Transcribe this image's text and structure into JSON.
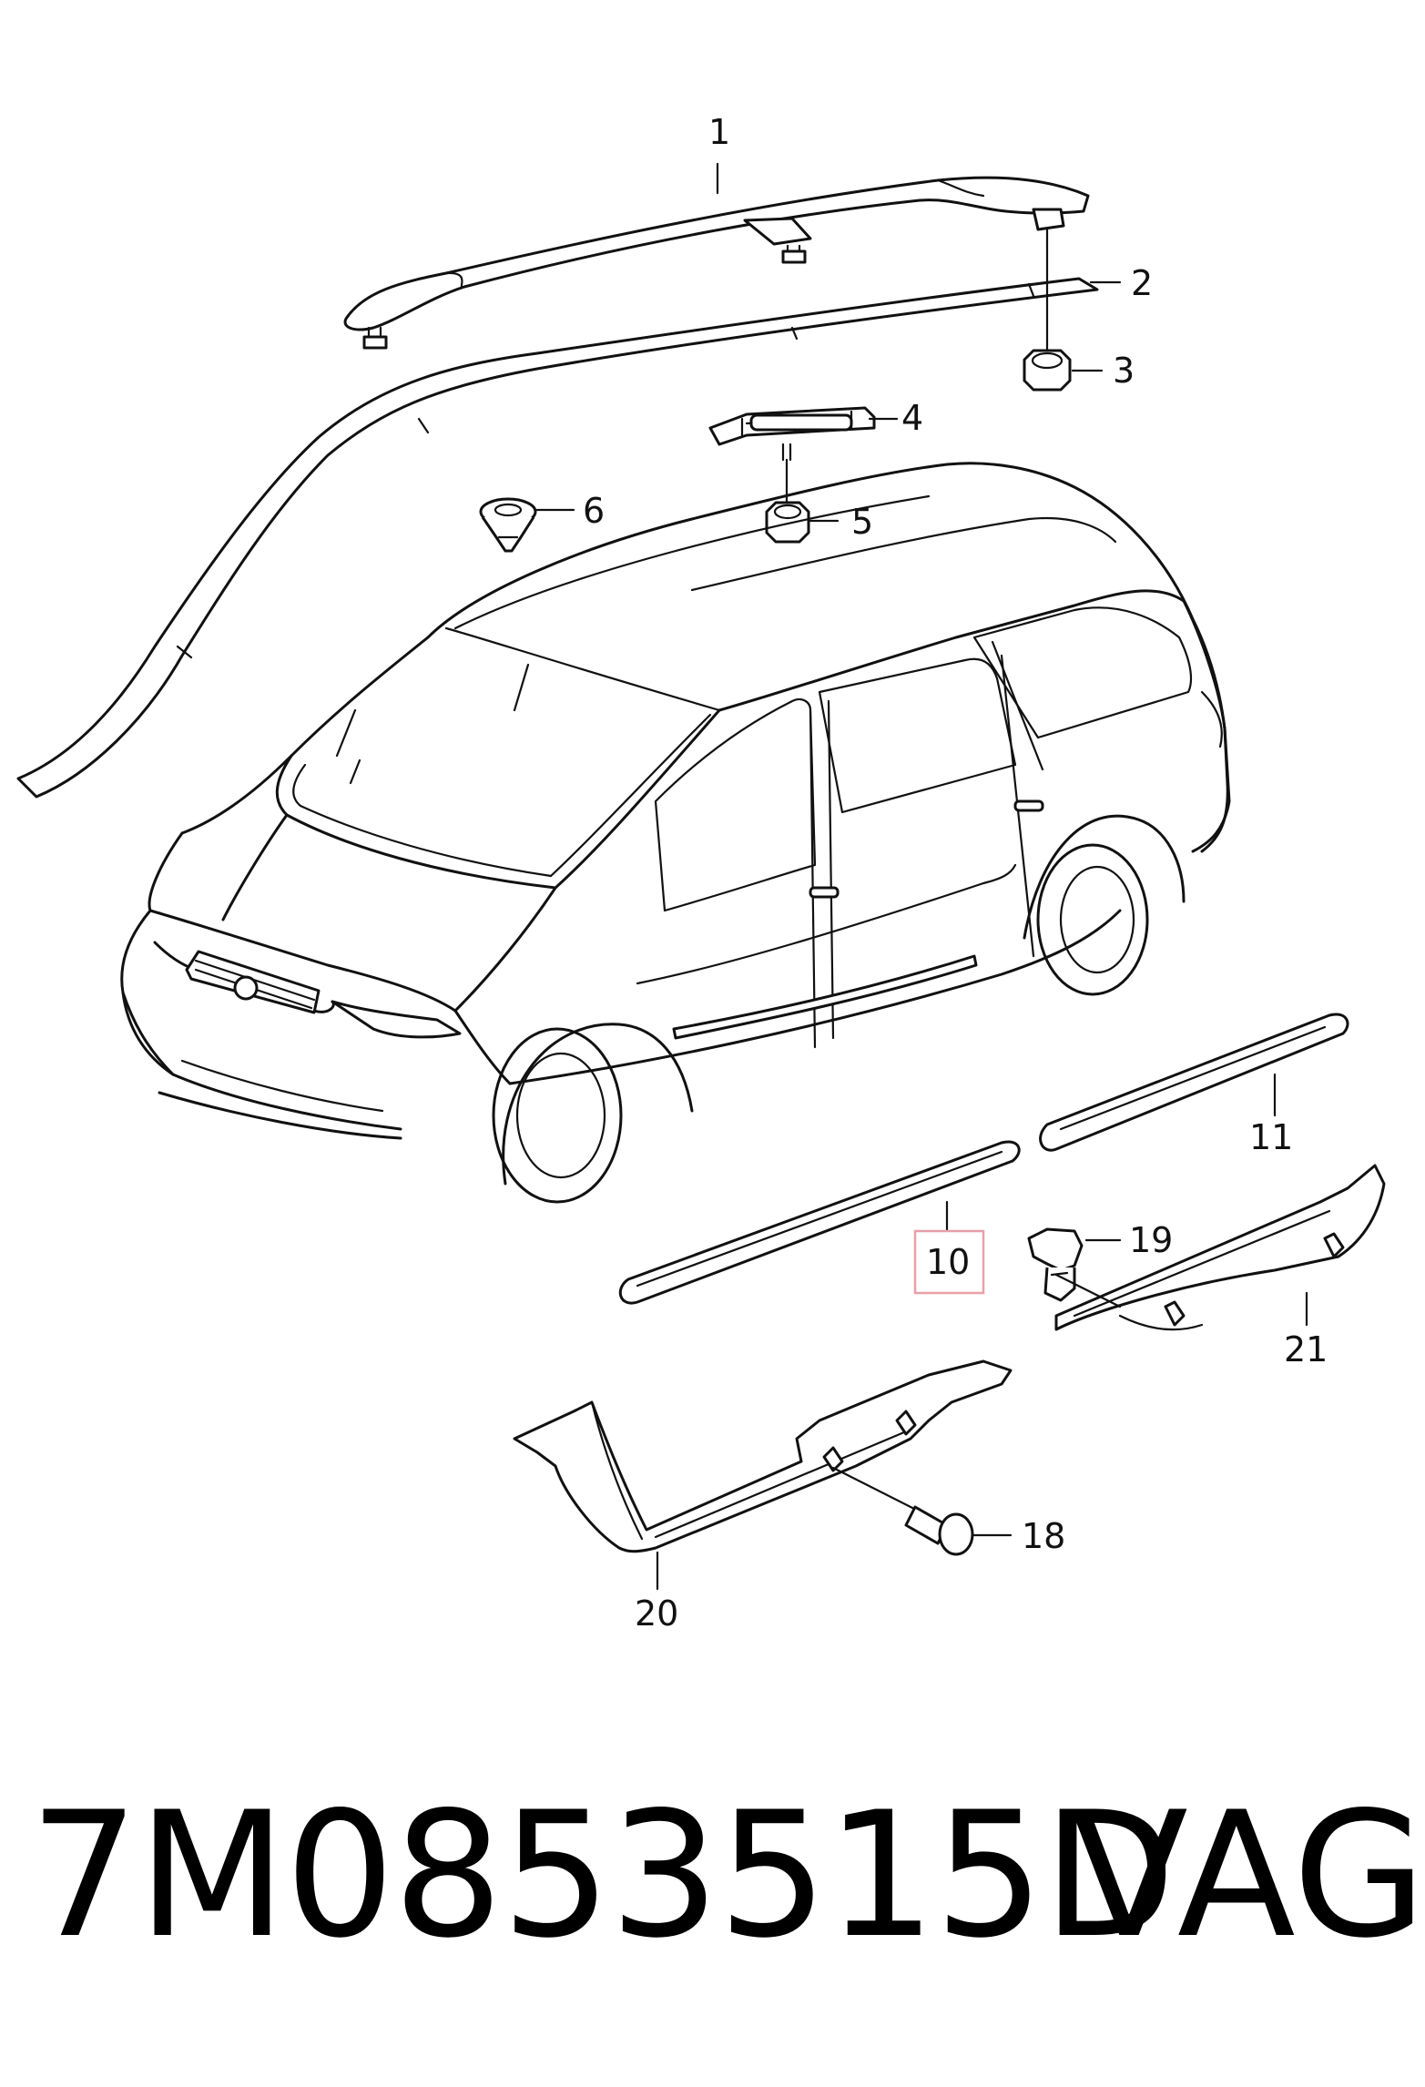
{
  "callouts": {
    "c1": "1",
    "c2": "2",
    "c3": "3",
    "c4": "4",
    "c5": "5",
    "c6": "6",
    "c10": "10",
    "c11": "11",
    "c18": "18",
    "c19": "19",
    "c20": "20",
    "c21": "21"
  },
  "highlighted_callout": "10",
  "highlight_color": "#e8a0a8",
  "footer": {
    "part_number": "7M0853515D",
    "brand": "VAG"
  }
}
